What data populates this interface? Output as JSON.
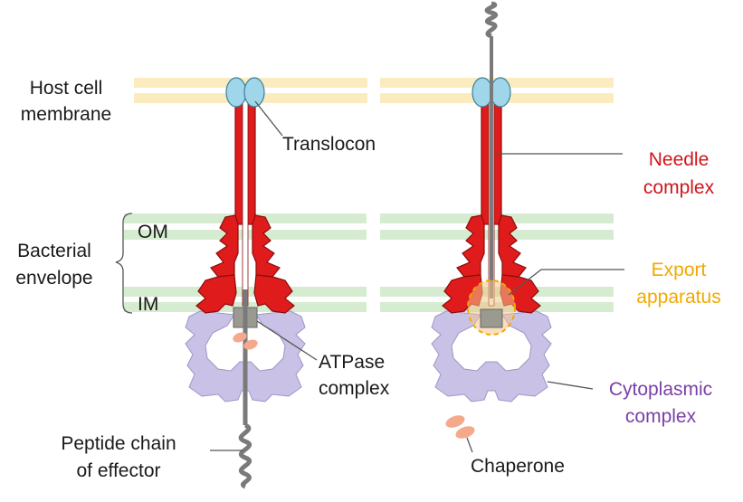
{
  "labels": {
    "host_cell_membrane_line1": "Host cell",
    "host_cell_membrane_line2": "membrane",
    "translocon": "Translocon",
    "bacterial_envelope_line1": "Bacterial",
    "bacterial_envelope_line2": "envelope",
    "om": "OM",
    "im": "IM",
    "atpase_line1": "ATPase",
    "atpase_line2": "complex",
    "peptide_line1": "Peptide chain",
    "peptide_line2": "of effector",
    "needle_line1": "Needle",
    "needle_line2": "complex",
    "export_line1": "Export",
    "export_line2": "apparatus",
    "cytoplasmic_line1": "Cytoplasmic",
    "cytoplasmic_line2": "complex",
    "chaperone": "Chaperone"
  },
  "colors": {
    "host_membrane": "#fbecc0",
    "bacterial_membrane": "#d6ecd0",
    "needle_complex": "#e01b1b",
    "needle_outline": "#8a0d0d",
    "translocon": "#9fd6ea",
    "cytoplasmic_complex": "#c9c2e6",
    "atpase": "#9a9a90",
    "chaperone": "#f5a98b",
    "export_apparatus": "#f2a900",
    "peptide_chain": "#7a7a7a"
  }
}
